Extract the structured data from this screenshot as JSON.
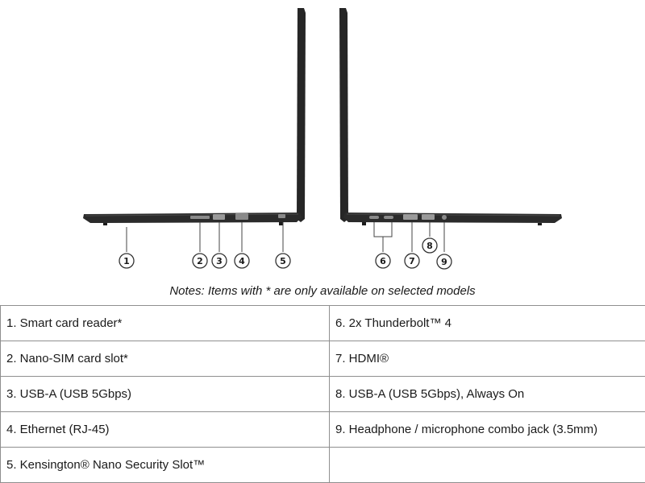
{
  "callouts": [
    "1",
    "2",
    "3",
    "4",
    "5",
    "6",
    "7",
    "8",
    "9"
  ],
  "note": "Notes: Items with * are only available on selected models",
  "ports": {
    "left_column": [
      "1. Smart card reader*",
      "2. Nano-SIM card slot*",
      "3. USB-A (USB 5Gbps)",
      "4. Ethernet (RJ-45)",
      "5. Kensington® Nano Security Slot™"
    ],
    "right_column": [
      "6. 2x Thunderbolt™ 4",
      "7. HDMI®",
      "8. USB-A (USB 5Gbps), Always On",
      "9. Headphone / microphone combo jack (3.5mm)",
      ""
    ]
  },
  "colors": {
    "laptop_body": "#2a2a2a",
    "port_highlight": "#9a9a9a",
    "table_border": "#8f8f8f"
  }
}
